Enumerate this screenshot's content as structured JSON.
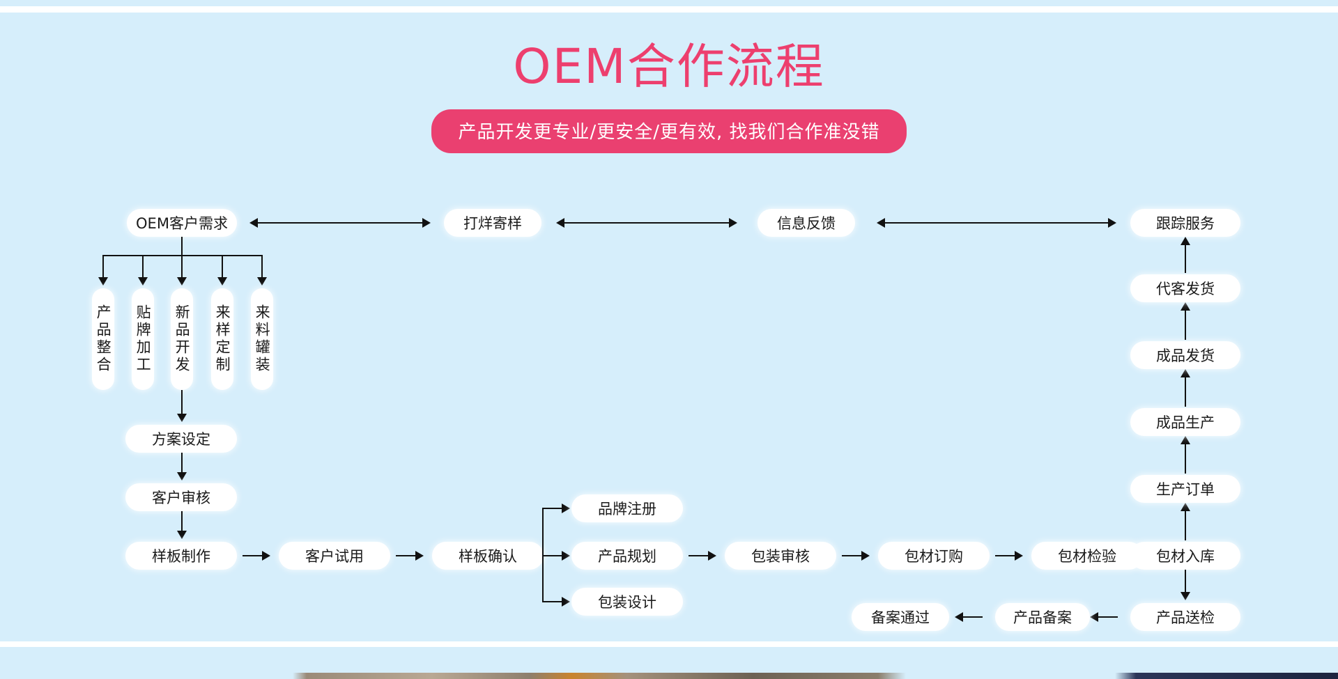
{
  "page": {
    "background_color": "#d6eefb",
    "accent_color": "#ea4070",
    "node_color": "#ffffff"
  },
  "header": {
    "title": "OEM合作流程",
    "subtitle": "产品开发更专业/更安全/更有效, 找我们合作准没错"
  },
  "flow": {
    "top_row": [
      {
        "id": "oem-demand",
        "label": "OEM客户需求"
      },
      {
        "id": "sample-send",
        "label": "打烊寄样"
      },
      {
        "id": "feedback",
        "label": "信息反馈"
      },
      {
        "id": "track-service",
        "label": "跟踪服务"
      }
    ],
    "demand_branches": [
      {
        "id": "product-integration",
        "label": "产品整合"
      },
      {
        "id": "oem-processing",
        "label": "贴牌加工"
      },
      {
        "id": "new-product-dev",
        "label": "新品开发"
      },
      {
        "id": "sample-custom",
        "label": "来样定制"
      },
      {
        "id": "material-filling",
        "label": "来料罐装"
      }
    ],
    "left_chain": [
      {
        "id": "plan-setting",
        "label": "方案设定"
      },
      {
        "id": "client-review",
        "label": "客户审核"
      },
      {
        "id": "sample-make",
        "label": "样板制作"
      }
    ],
    "bottom_row": [
      {
        "id": "client-trial",
        "label": "客户试用"
      },
      {
        "id": "sample-confirm",
        "label": "样板确认"
      }
    ],
    "confirm_branches": [
      {
        "id": "brand-register",
        "label": "品牌注册"
      },
      {
        "id": "product-plan",
        "label": "产品规划"
      },
      {
        "id": "package-design",
        "label": "包装设计"
      }
    ],
    "packaging_chain": [
      {
        "id": "package-audit",
        "label": "包装审核"
      },
      {
        "id": "material-order",
        "label": "包材订购"
      },
      {
        "id": "material-check",
        "label": "包材检验"
      },
      {
        "id": "material-stock",
        "label": "包材入库"
      }
    ],
    "filing_chain": [
      {
        "id": "product-inspect",
        "label": "产品送检"
      },
      {
        "id": "product-filing",
        "label": "产品备案"
      },
      {
        "id": "filing-passed",
        "label": "备案通过"
      }
    ],
    "right_column": [
      {
        "id": "production-order",
        "label": "生产订单"
      },
      {
        "id": "finished-produce",
        "label": "成品生产"
      },
      {
        "id": "finished-ship",
        "label": "成品发货"
      },
      {
        "id": "proxy-ship",
        "label": "代客发货"
      }
    ]
  }
}
